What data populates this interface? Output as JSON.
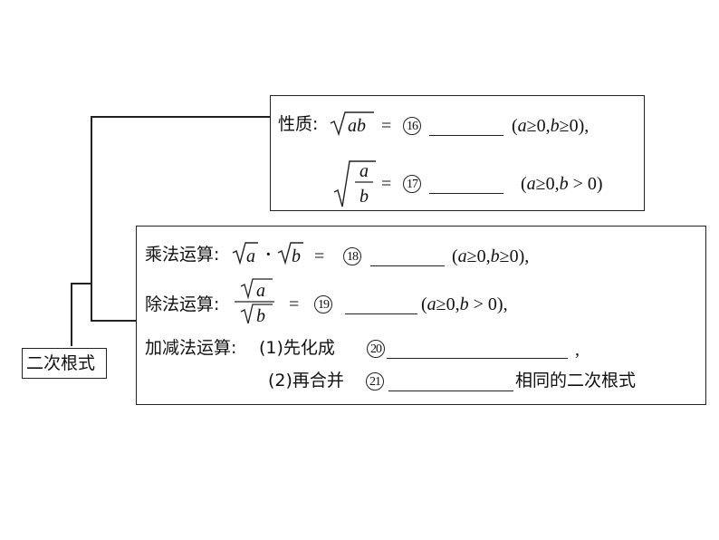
{
  "root_label": "二次根式",
  "properties": {
    "label": "性质:",
    "p1": {
      "expr": "ab",
      "eq": "=",
      "num": "16",
      "cond": "(a≥0,b≥0),",
      "cond_parts": [
        "(",
        "a",
        "≥0,",
        "b",
        "≥0),"
      ]
    },
    "p2": {
      "num_top": "a",
      "den": "b",
      "eq": "=",
      "num": "17",
      "cond_parts": [
        "(",
        "a",
        "≥0,",
        "b",
        " > 0)"
      ]
    }
  },
  "operations": {
    "mul": {
      "label": "乘法运算:",
      "a": "a",
      "dot": "·",
      "b": "b",
      "eq": "=",
      "num": "18",
      "cond_parts": [
        "(",
        "a",
        "≥0,",
        "b",
        "≥0),"
      ]
    },
    "div": {
      "label": "除法运算:",
      "top": "a",
      "bottom": "b",
      "eq": "=",
      "num": "19",
      "cond_parts": [
        "(",
        "a",
        "≥0,",
        "b",
        " > 0),"
      ]
    },
    "addsub": {
      "label": "加减法运算:",
      "step1": "(1)先化成",
      "num1": "20",
      "tail1": ",",
      "step2": "(2)再合并",
      "num2": "21",
      "tail2": "相同的二次根式"
    }
  }
}
